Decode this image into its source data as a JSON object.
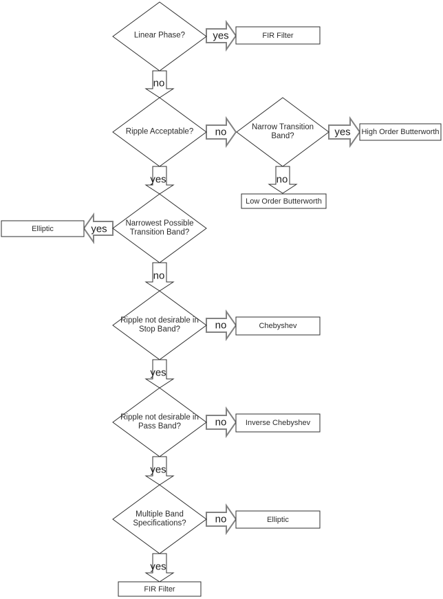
{
  "colors": {
    "background": "#ffffff",
    "shape_outline": "#2e2e2e",
    "connector_outline": "#828282",
    "text": "#2b2b2b"
  },
  "flowchart": {
    "decisions": {
      "linear_phase": "Linear Phase?",
      "ripple_acceptable": "Ripple Acceptable?",
      "narrow_transition_band": "Narrow Transition Band?",
      "narrowest_possible_transition_band": "Narrowest Possible Transition Band?",
      "ripple_not_desirable_stop_band": "Ripple not desirable in Stop Band?",
      "ripple_not_desirable_pass_band": "Ripple not desirable in Pass Band?",
      "multiple_band_specifications": "Multiple Band Specifications?"
    },
    "results": {
      "fir_filter_top": "FIR Filter",
      "high_order_butterworth": "High Order Butterworth",
      "low_order_butterworth": "Low Order Butterworth",
      "elliptic_left": "Elliptic",
      "chebyshev": "Chebyshev",
      "inverse_chebyshev": "Inverse Chebyshev",
      "elliptic_right": "Elliptic",
      "fir_filter_bottom": "FIR Filter"
    },
    "branches": {
      "linear_phase_yes": "yes",
      "linear_phase_no": "no",
      "ripple_acceptable_no": "no",
      "ripple_acceptable_yes": "yes",
      "narrow_transition_yes": "yes",
      "narrow_transition_no": "no",
      "narrowest_possible_yes": "yes",
      "narrowest_possible_no": "no",
      "ripple_stop_no": "no",
      "ripple_stop_yes": "yes",
      "ripple_pass_no": "no",
      "ripple_pass_yes": "yes",
      "multiple_band_no": "no",
      "multiple_band_yes": "yes"
    }
  }
}
